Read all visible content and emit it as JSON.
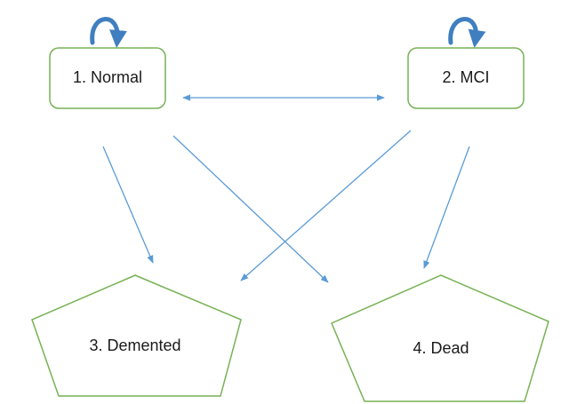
{
  "diagram": {
    "nodes": {
      "normal": {
        "label": "1. Normal",
        "shape": "rounded-rectangle"
      },
      "mci": {
        "label": "2. MCI",
        "shape": "rounded-rectangle"
      },
      "demented": {
        "label": "3. Demented",
        "shape": "pentagon"
      },
      "dead": {
        "label": "4. Dead",
        "shape": "pentagon"
      }
    },
    "edges": [
      {
        "from": "normal",
        "to": "normal",
        "type": "self-loop"
      },
      {
        "from": "mci",
        "to": "mci",
        "type": "self-loop"
      },
      {
        "from": "normal",
        "to": "mci",
        "type": "bidirectional"
      },
      {
        "from": "normal",
        "to": "demented",
        "type": "directed"
      },
      {
        "from": "normal",
        "to": "dead",
        "type": "directed"
      },
      {
        "from": "mci",
        "to": "demented",
        "type": "directed"
      },
      {
        "from": "mci",
        "to": "dead",
        "type": "directed"
      }
    ],
    "colors": {
      "node_border": "#77b255",
      "arrow": "#5b9bd5",
      "loop": "#3f7fc0",
      "text": "#1a1a1a"
    }
  }
}
